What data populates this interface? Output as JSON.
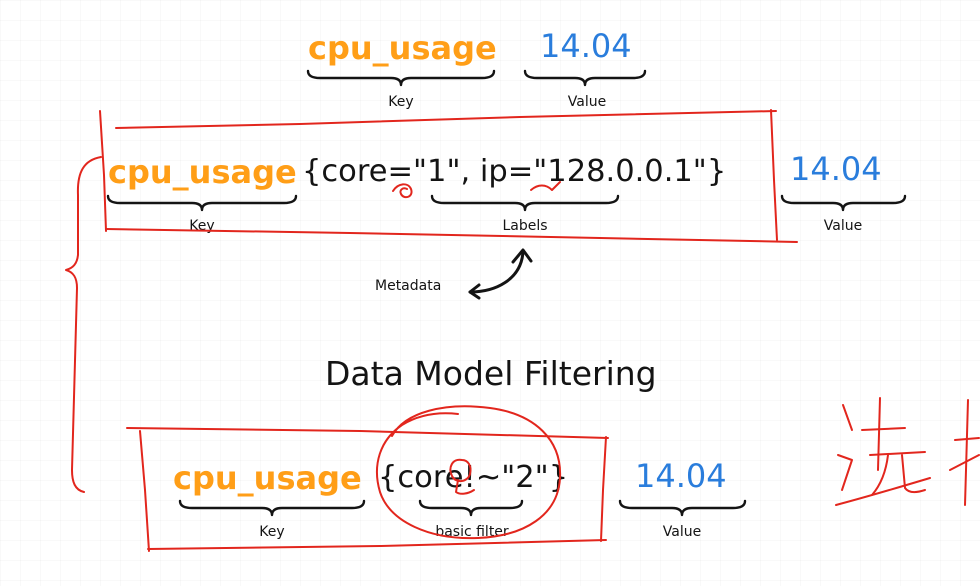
{
  "colors": {
    "key_text": "#FF9E17",
    "value_text": "#2A7DDC",
    "ink": "#141414",
    "annotation": "#E2261D"
  },
  "basic_sample": {
    "key": "cpu_usage",
    "value": "14.04",
    "key_caption": "Key",
    "value_caption": "Value"
  },
  "labeled_sample": {
    "key": "cpu_usage",
    "labels": "{core=\"1\", ip=\"128.0.0.1\"}",
    "value": "14.04",
    "key_caption": "Key",
    "labels_caption": "Labels",
    "value_caption": "Value"
  },
  "metadata_caption": "Metadata",
  "section_title": "Data Model Filtering",
  "filter_sample": {
    "key": "cpu_usage",
    "filter": "{core!~\"2\"}",
    "value": "14.04",
    "key_caption": "Key",
    "filter_caption": "basic filter",
    "value_caption": "Value"
  }
}
